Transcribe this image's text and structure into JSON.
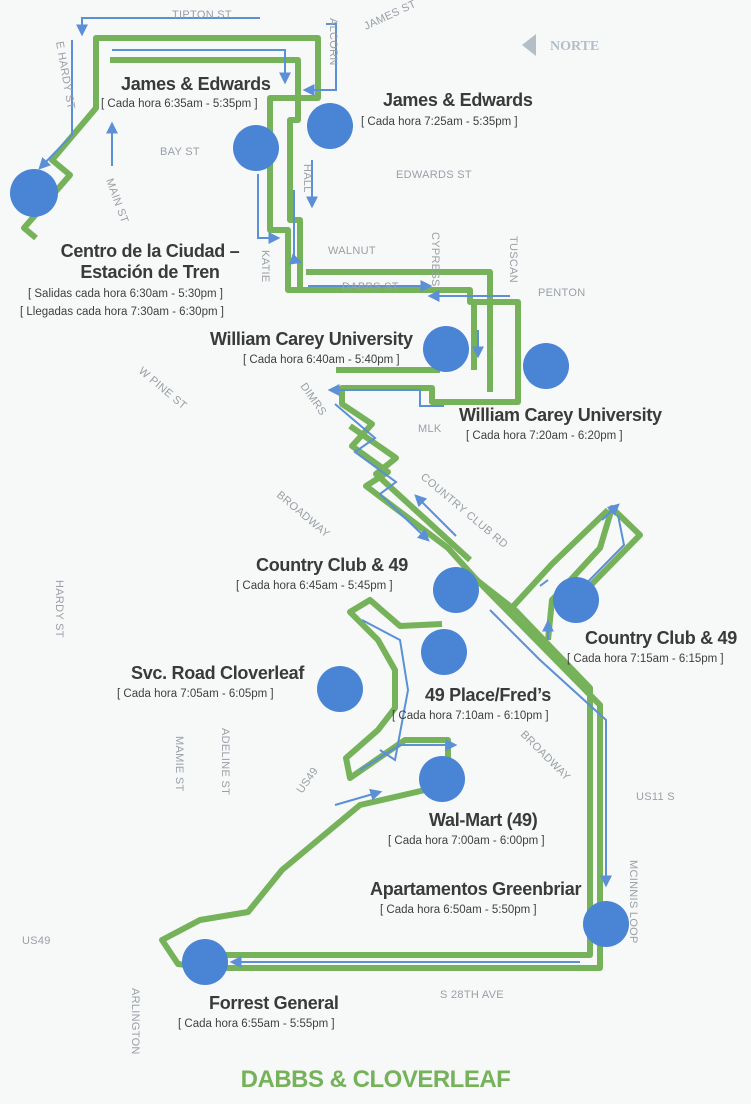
{
  "title": "DABBS & CLOVERLEAF",
  "north_label": "NORTE",
  "colors": {
    "route_green": "#76b25a",
    "route_blue": "#5b8fd6",
    "stop_dot": "#4a84d4"
  },
  "streets": [
    "TIPTON ST",
    "JAMES ST",
    "ALCORN",
    "E HARDY ST",
    "BAY ST",
    "MAIN ST",
    "HALL",
    "EDWARDS ST",
    "WALNUT",
    "KATIE",
    "CYPRESS",
    "TUSCAN",
    "PENTON",
    "DABBS ST",
    "W PINE ST",
    "DIMRS",
    "MLK",
    "COUNTRY CLUB RD",
    "BROADWAY",
    "HARDY ST",
    "ADELINE ST",
    "MAMIE ST",
    "US49",
    "BROADWAY",
    "US11 S",
    "MCINNIS LOOP",
    "US49",
    "S 28TH AVE",
    "ARLINGTON"
  ],
  "stops": [
    {
      "name": "James & Edwards",
      "schedule": "[ Cada hora 6:35am - 5:35pm ]"
    },
    {
      "name": "James & Edwards",
      "schedule": "[ Cada hora 7:25am - 5:35pm ]"
    },
    {
      "name_line1": "Centro de la Ciudad –",
      "name_line2": "Estación de Tren",
      "schedule_line1": "[ Salidas cada hora 6:30am - 5:30pm ]",
      "schedule_line2": "[ Llegadas cada hora 7:30am - 6:30pm ]"
    },
    {
      "name": "William Carey University",
      "schedule": "[ Cada hora 6:40am - 5:40pm ]"
    },
    {
      "name": "William Carey University",
      "schedule": "[ Cada hora 7:20am - 6:20pm ]"
    },
    {
      "name": "Country Club & 49",
      "schedule": "[ Cada hora 6:45am - 5:45pm ]"
    },
    {
      "name": "Country Club & 49",
      "schedule": "[ Cada hora 7:15am - 6:15pm ]"
    },
    {
      "name": "Svc. Road Cloverleaf",
      "schedule": "[ Cada hora 7:05am - 6:05pm ]"
    },
    {
      "name": "49 Place/Fred’s",
      "schedule": "[ Cada hora 7:10am - 6:10pm ]"
    },
    {
      "name": "Wal-Mart (49)",
      "schedule": "[ Cada hora 7:00am - 6:00pm ]"
    },
    {
      "name": "Apartamentos Greenbriar",
      "schedule": "[ Cada hora 6:50am - 5:50pm ]"
    },
    {
      "name": "Forrest General",
      "schedule": "[ Cada hora 6:55am - 5:55pm ]"
    }
  ]
}
